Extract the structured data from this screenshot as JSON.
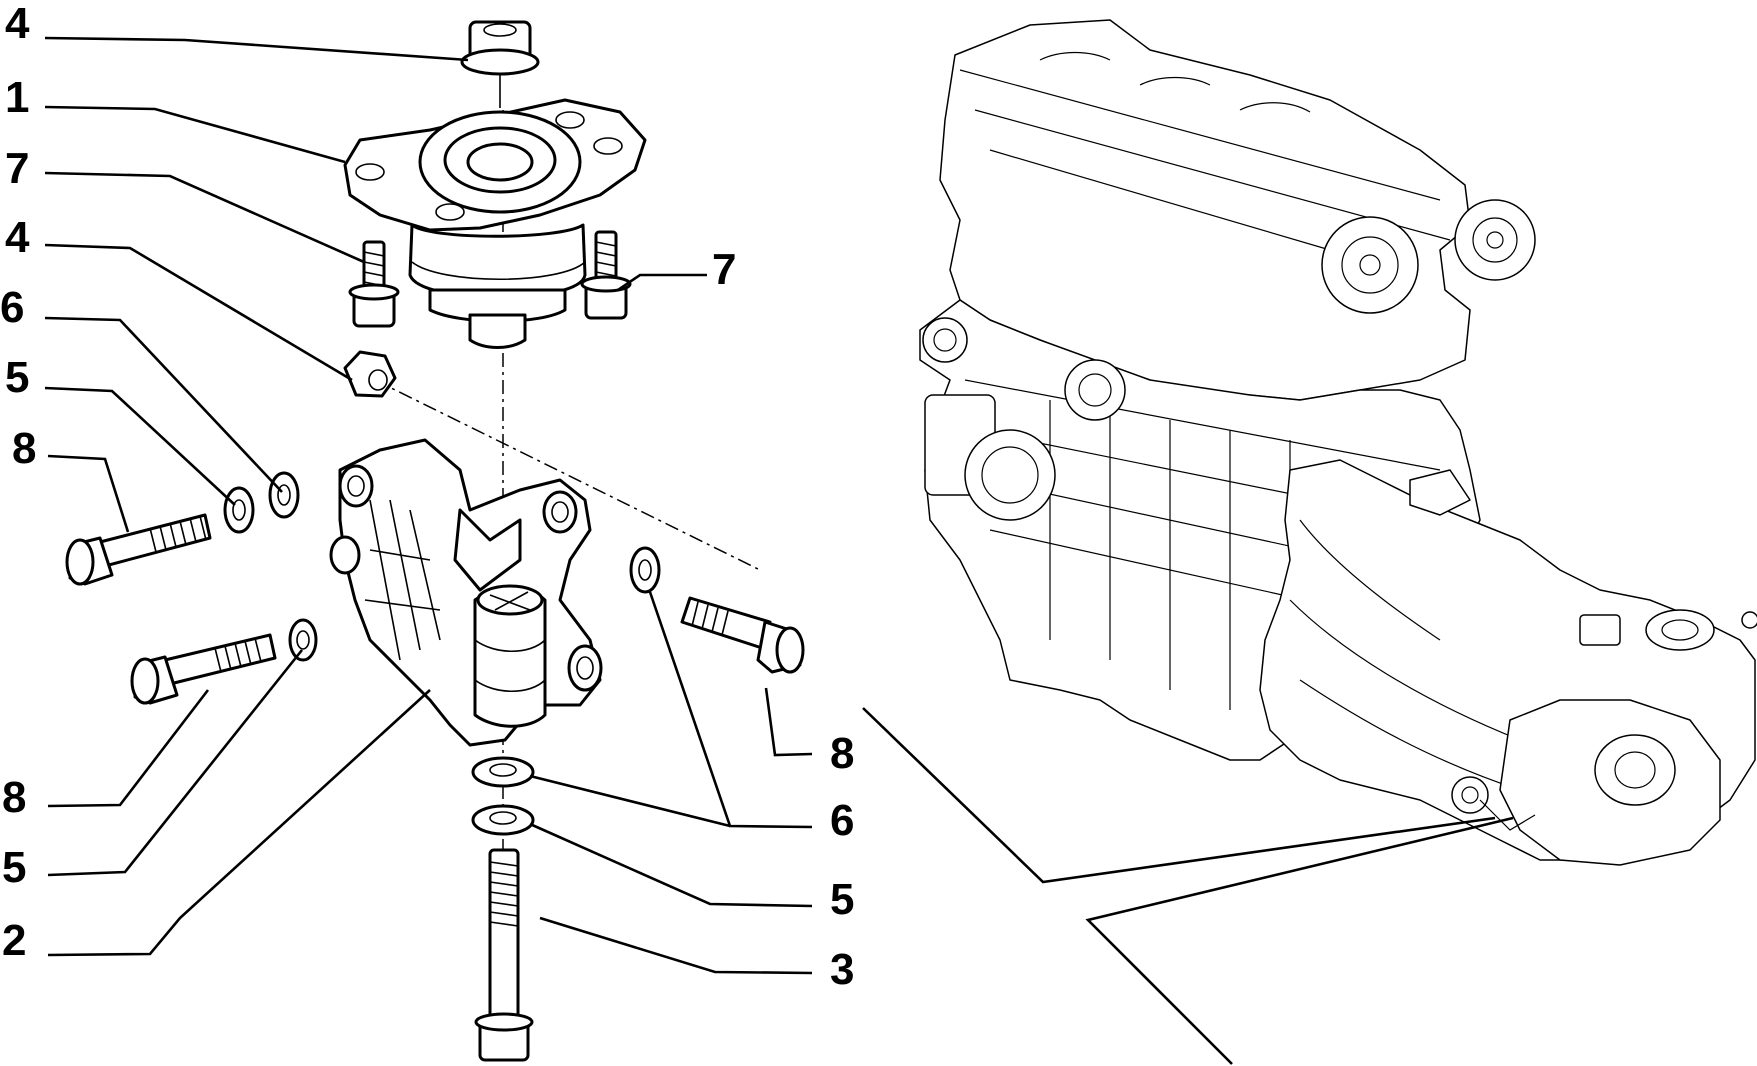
{
  "diagram": {
    "callouts": {
      "top_nut_4": "4",
      "mount_1": "1",
      "screw_left_7": "7",
      "nut_mid_4": "4",
      "washer_left_6": "6",
      "washer_left_5": "5",
      "bolt_upper_left_8": "8",
      "screw_right_7": "7",
      "bolt_lower_left_8": "8",
      "washer_lower_left_5": "5",
      "bracket_2": "2",
      "bolt_right_8": "8",
      "washer_right_6": "6",
      "washer_bottom_5": "5",
      "long_bolt_3": "3"
    },
    "icons": {
      "engine": "engine-gearbox-assembly-icon",
      "mount": "engine-mount-icon",
      "bracket": "support-bracket-icon"
    }
  }
}
